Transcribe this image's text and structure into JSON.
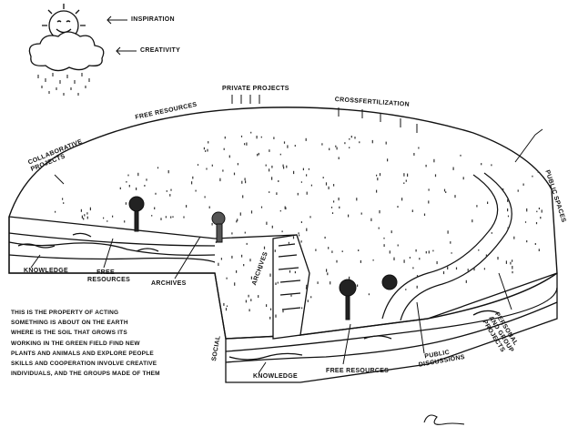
{
  "labels": {
    "inspiration": "INSPIRATION",
    "creativity": "CREATIVITY",
    "free_resources_top": "FREE RESOURCES",
    "private_projects": "PRIVATE PROJECTS",
    "collaborative_projects": "COLLABORATIVE PROJECTS",
    "crossfertilization": "CROSSFERTILIZATION",
    "public_spaces": "PUBLIC SPACES",
    "knowledge_left": "KNOWLEDGE",
    "free_resources_left": "FREE RESOURCES",
    "archives_left": "ARCHIVES",
    "archives_section": "ARCHIVES",
    "knowledge_bottom": "KNOWLEDGE",
    "free_resources_bottom": "FREE RESOURCES",
    "public_discussions": "PUBLIC DISCUSSIONS",
    "personal_and_group_projects": "PERSONAL AND GROUP PROJECTS",
    "edge_left": "SOCIAL"
  },
  "note_lines": [
    "THIS IS THE PROPERTY OF ACTING",
    "SOMETHING IS ABOUT ON THE EARTH",
    "WHERE IS THE SOIL THAT GROWS ITS",
    "WORKING IN THE GREEN FIELD FIND NEW",
    "PLANTS AND ANIMALS AND EXPLORE PEOPLE",
    "SKILLS AND COOPERATION INVOLVE CREATIVE",
    "INDIVIDUALS, AND THE GROUPS MADE OF THEM"
  ],
  "signature": "signature"
}
